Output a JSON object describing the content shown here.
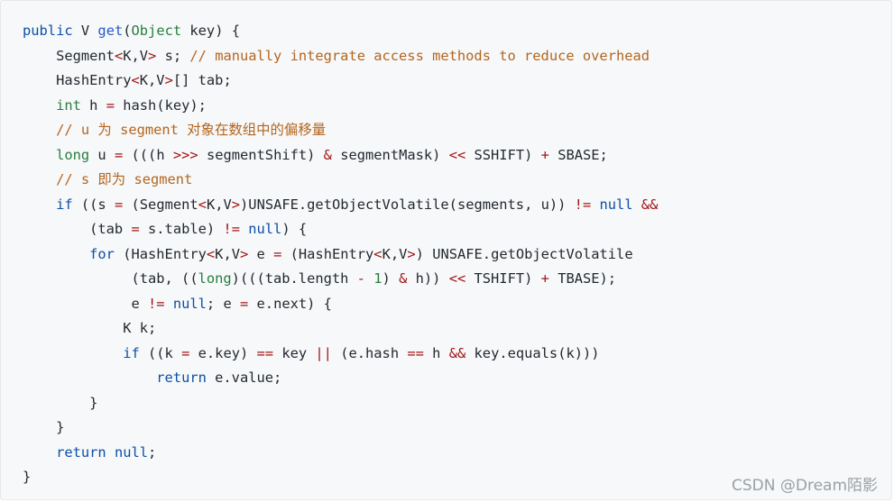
{
  "code": {
    "lines": [
      [
        {
          "t": "public",
          "c": "kw"
        },
        {
          "t": " V "
        },
        {
          "t": "get",
          "c": "fn"
        },
        {
          "t": "("
        },
        {
          "t": "Object",
          "c": "ty"
        },
        {
          "t": " key) {"
        }
      ],
      [
        {
          "t": "    Segment"
        },
        {
          "t": "<",
          "c": "op"
        },
        {
          "t": "K,V"
        },
        {
          "t": ">",
          "c": "op"
        },
        {
          "t": " s; "
        },
        {
          "t": "// manually integrate access methods to reduce overhead",
          "c": "cm"
        }
      ],
      [
        {
          "t": "    HashEntry"
        },
        {
          "t": "<",
          "c": "op"
        },
        {
          "t": "K,V"
        },
        {
          "t": ">",
          "c": "op"
        },
        {
          "t": "[] tab;"
        }
      ],
      [
        {
          "t": "    "
        },
        {
          "t": "int",
          "c": "ty"
        },
        {
          "t": " h "
        },
        {
          "t": "=",
          "c": "op"
        },
        {
          "t": " hash(key);"
        }
      ],
      [
        {
          "t": "    "
        },
        {
          "t": "// u 为 segment 对象在数组中的偏移量",
          "c": "cm"
        }
      ],
      [
        {
          "t": "    "
        },
        {
          "t": "long",
          "c": "ty"
        },
        {
          "t": " u "
        },
        {
          "t": "=",
          "c": "op"
        },
        {
          "t": " (((h "
        },
        {
          "t": ">>>",
          "c": "op"
        },
        {
          "t": " segmentShift) "
        },
        {
          "t": "&",
          "c": "op"
        },
        {
          "t": " segmentMask) "
        },
        {
          "t": "<<",
          "c": "op"
        },
        {
          "t": " SSHIFT) "
        },
        {
          "t": "+",
          "c": "op"
        },
        {
          "t": " SBASE;"
        }
      ],
      [
        {
          "t": "    "
        },
        {
          "t": "// s 即为 segment",
          "c": "cm"
        }
      ],
      [
        {
          "t": "    "
        },
        {
          "t": "if",
          "c": "kw"
        },
        {
          "t": " ((s "
        },
        {
          "t": "=",
          "c": "op"
        },
        {
          "t": " (Segment"
        },
        {
          "t": "<",
          "c": "op"
        },
        {
          "t": "K,V"
        },
        {
          "t": ">",
          "c": "op"
        },
        {
          "t": ")UNSAFE.getObjectVolatile(segments, u)) "
        },
        {
          "t": "!=",
          "c": "op"
        },
        {
          "t": " "
        },
        {
          "t": "null",
          "c": "kw"
        },
        {
          "t": " "
        },
        {
          "t": "&&",
          "c": "op"
        }
      ],
      [
        {
          "t": "        (tab "
        },
        {
          "t": "=",
          "c": "op"
        },
        {
          "t": " s.table) "
        },
        {
          "t": "!=",
          "c": "op"
        },
        {
          "t": " "
        },
        {
          "t": "null",
          "c": "kw"
        },
        {
          "t": ") {"
        }
      ],
      [
        {
          "t": "        "
        },
        {
          "t": "for",
          "c": "kw"
        },
        {
          "t": " (HashEntry"
        },
        {
          "t": "<",
          "c": "op"
        },
        {
          "t": "K,V"
        },
        {
          "t": ">",
          "c": "op"
        },
        {
          "t": " e "
        },
        {
          "t": "=",
          "c": "op"
        },
        {
          "t": " (HashEntry"
        },
        {
          "t": "<",
          "c": "op"
        },
        {
          "t": "K,V"
        },
        {
          "t": ">",
          "c": "op"
        },
        {
          "t": ") UNSAFE.getObjectVolatile"
        }
      ],
      [
        {
          "t": "             (tab, (("
        },
        {
          "t": "long",
          "c": "ty"
        },
        {
          "t": ")(((tab.length "
        },
        {
          "t": "-",
          "c": "op"
        },
        {
          "t": " "
        },
        {
          "t": "1",
          "c": "num"
        },
        {
          "t": ") "
        },
        {
          "t": "&",
          "c": "op"
        },
        {
          "t": " h)) "
        },
        {
          "t": "<<",
          "c": "op"
        },
        {
          "t": " TSHIFT) "
        },
        {
          "t": "+",
          "c": "op"
        },
        {
          "t": " TBASE);"
        }
      ],
      [
        {
          "t": "             e "
        },
        {
          "t": "!=",
          "c": "op"
        },
        {
          "t": " "
        },
        {
          "t": "null",
          "c": "kw"
        },
        {
          "t": "; e "
        },
        {
          "t": "=",
          "c": "op"
        },
        {
          "t": " e.next) {"
        }
      ],
      [
        {
          "t": "            K k;"
        }
      ],
      [
        {
          "t": "            "
        },
        {
          "t": "if",
          "c": "kw"
        },
        {
          "t": " ((k "
        },
        {
          "t": "=",
          "c": "op"
        },
        {
          "t": " e.key) "
        },
        {
          "t": "==",
          "c": "op"
        },
        {
          "t": " key "
        },
        {
          "t": "||",
          "c": "op"
        },
        {
          "t": " (e.hash "
        },
        {
          "t": "==",
          "c": "op"
        },
        {
          "t": " h "
        },
        {
          "t": "&&",
          "c": "op"
        },
        {
          "t": " key.equals(k)))"
        }
      ],
      [
        {
          "t": "                "
        },
        {
          "t": "return",
          "c": "kw"
        },
        {
          "t": " e.value;"
        }
      ],
      [
        {
          "t": "        }"
        }
      ],
      [
        {
          "t": "    }"
        }
      ],
      [
        {
          "t": "    "
        },
        {
          "t": "return",
          "c": "kw"
        },
        {
          "t": " "
        },
        {
          "t": "null",
          "c": "kw"
        },
        {
          "t": ";"
        }
      ],
      [
        {
          "t": "}"
        }
      ]
    ]
  },
  "watermark": "CSDN @Dream陌影"
}
